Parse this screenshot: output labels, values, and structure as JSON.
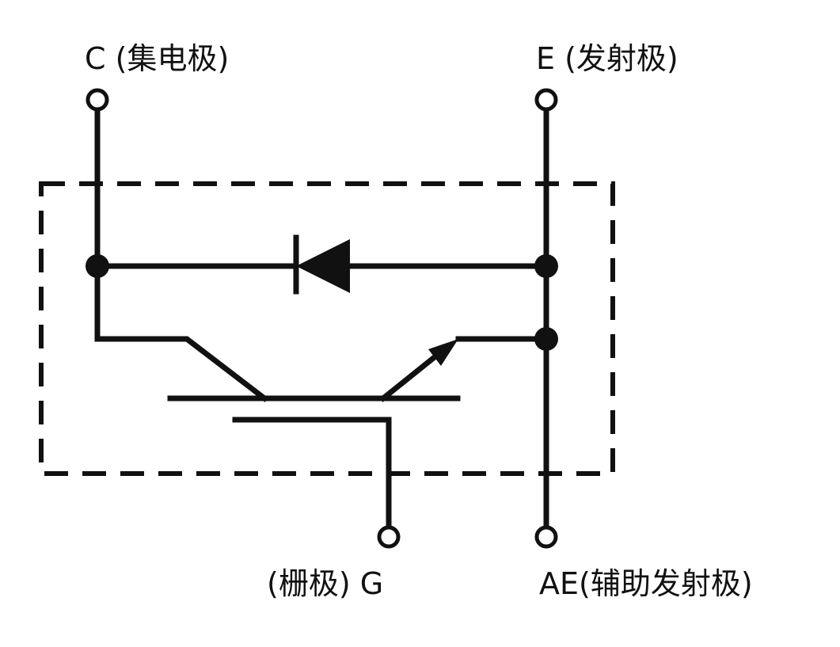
{
  "terminals": {
    "collector": "C (集电极)",
    "emitter": "E (发射极)",
    "gate": "(栅极) G",
    "aux_emitter": "AE(辅助发射极)"
  },
  "colors": {
    "line": "#111111",
    "background": "#ffffff"
  }
}
